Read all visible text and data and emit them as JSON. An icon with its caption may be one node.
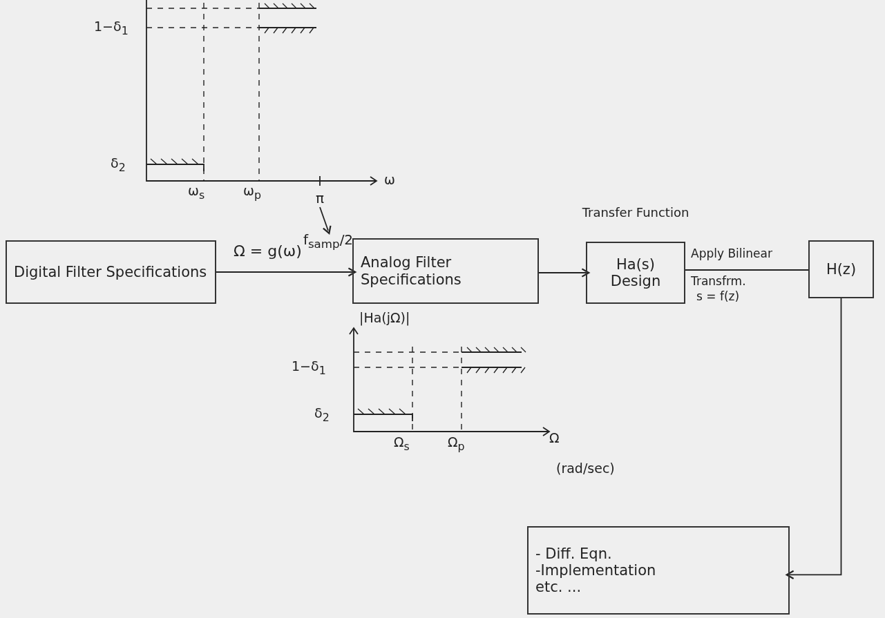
{
  "diagram": {
    "nodes": [
      {
        "text": [
          "Digital Filter Specifications"
        ]
      },
      {
        "text": [
          "Analog Filter Specifications"
        ]
      },
      {
        "text": [
          "Ha(s) Design"
        ],
        "beside": [
          "Transfer Function"
        ]
      },
      {
        "text": [
          "H(z)"
        ]
      },
      {
        "text": [
          "- Diff. Eqn.",
          "-Implementation",
          "etc. ..."
        ]
      },
      {
        "text": [
          "π"
        ]
      },
      {
        "text": [
          "f$_{samp}$/2"
        ]
      }
    ],
    "edges": [
      {
        "from": 0,
        "to": 1,
        "arrow": "to",
        "label": "Ω = g(ω)"
      },
      {
        "from": 1,
        "to": 2,
        "arrow": "to"
      },
      {
        "from": 2,
        "to": 3,
        "arrow": "none",
        "label": "Apply Bilinear"
      },
      {
        "from": 3,
        "to": 4,
        "arrow": "to"
      },
      {
        "from": 5,
        "to": 6,
        "arrow": "to"
      }
    ],
    "labels": [
      "1−δ$_{1}$",
      "δ$_{2}$",
      "ω$_{s}$",
      "ω$_{p}$",
      "ω",
      "Transfrm.",
      "s = f(z)",
      "|Ha(jΩ)|",
      "1−δ$_{1}$",
      "δ$_{2}$",
      "Ω$_{s}$",
      "Ω$_{p}$",
      "Ω",
      "(rad/sec)"
    ]
  }
}
